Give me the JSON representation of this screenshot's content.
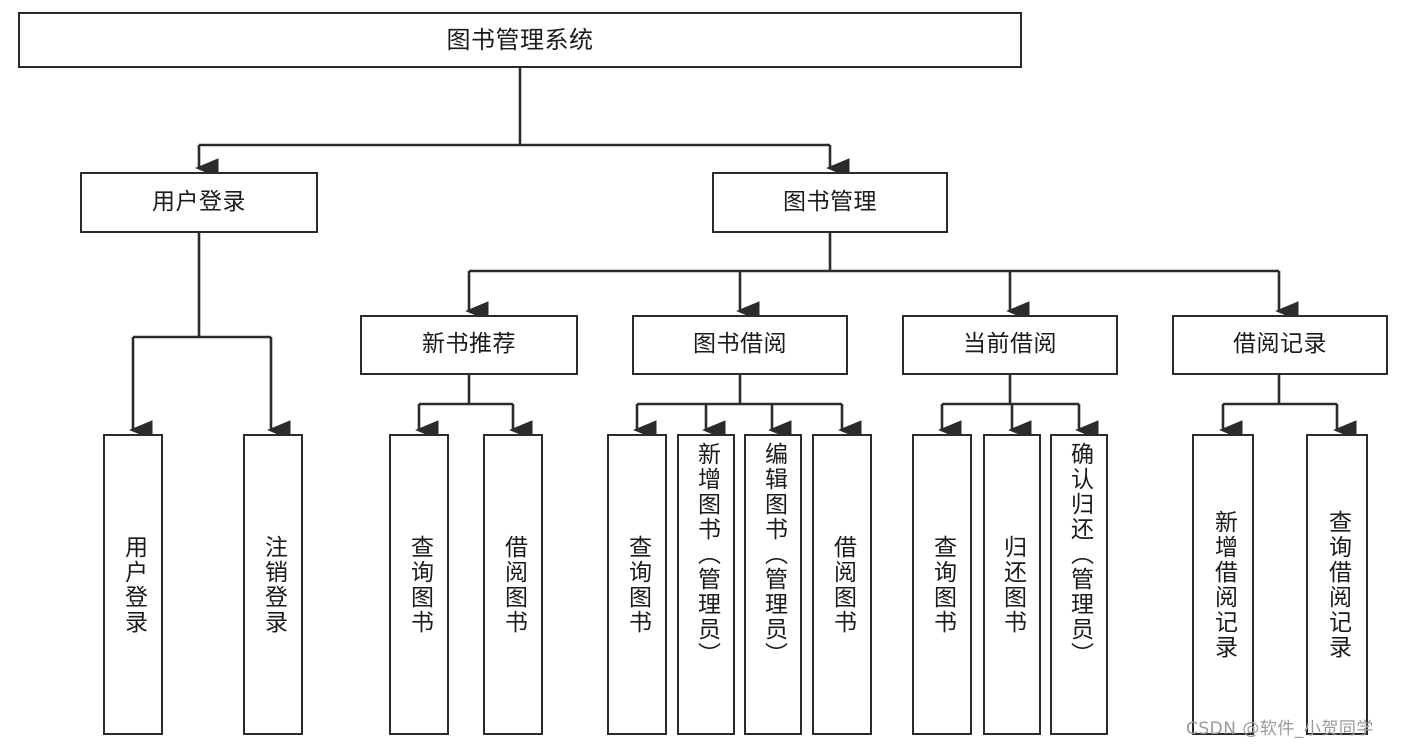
{
  "diagram": {
    "type": "tree",
    "title": "图书管理系统",
    "root": {
      "id": "root",
      "label": "图书管理系统"
    },
    "level1": [
      {
        "id": "user-login",
        "label": "用户登录"
      },
      {
        "id": "book-management",
        "label": "图书管理"
      }
    ],
    "level2": [
      {
        "id": "new-book-recommend",
        "label": "新书推荐",
        "parent": "book-management"
      },
      {
        "id": "book-borrow",
        "label": "图书借阅",
        "parent": "book-management"
      },
      {
        "id": "current-borrow",
        "label": "当前借阅",
        "parent": "book-management"
      },
      {
        "id": "borrow-record",
        "label": "借阅记录",
        "parent": "book-management"
      }
    ],
    "leaves": [
      {
        "id": "leaf-user-login",
        "label": "用户登录",
        "parent": "user-login"
      },
      {
        "id": "leaf-logout-login",
        "label": "注销登录",
        "parent": "user-login"
      },
      {
        "id": "leaf-query-book-1",
        "label": "查询图书",
        "parent": "new-book-recommend"
      },
      {
        "id": "leaf-borrow-book-1",
        "label": "借阅图书",
        "parent": "new-book-recommend"
      },
      {
        "id": "leaf-query-book-2",
        "label": "查询图书",
        "parent": "book-borrow"
      },
      {
        "id": "leaf-add-book",
        "label": "新增图书（管理员）",
        "parent": "book-borrow"
      },
      {
        "id": "leaf-edit-book",
        "label": "编辑图书（管理员）",
        "parent": "book-borrow"
      },
      {
        "id": "leaf-borrow-book-2",
        "label": "借阅图书",
        "parent": "book-borrow"
      },
      {
        "id": "leaf-query-book-3",
        "label": "查询图书",
        "parent": "current-borrow"
      },
      {
        "id": "leaf-return-book",
        "label": "归还图书",
        "parent": "current-borrow"
      },
      {
        "id": "leaf-confirm-return",
        "label": "确认归还（管理员）",
        "parent": "current-borrow"
      },
      {
        "id": "leaf-add-record",
        "label": "新增借阅记录",
        "parent": "borrow-record"
      },
      {
        "id": "leaf-query-record",
        "label": "查询借阅记录",
        "parent": "borrow-record"
      }
    ],
    "colors": {
      "background": "#ffffff",
      "node_fill": "#ffffff",
      "node_border": "#2b2b2b",
      "connector": "#2b2b2b",
      "text": "#1b1b1b",
      "watermark": "#9a9a9a"
    }
  },
  "watermark": {
    "text": "CSDN @软件_小贺同学"
  }
}
